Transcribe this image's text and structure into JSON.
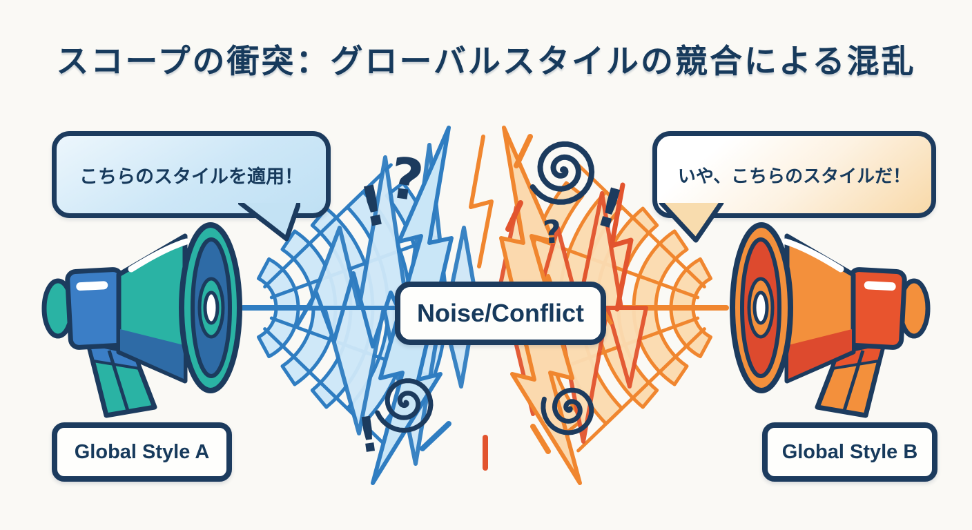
{
  "title": {
    "text": "スコープの衝突：グローバルスタイルの競合による混乱"
  },
  "bubbles": {
    "left": "こちらのスタイルを適用！",
    "right": "いや、こちらのスタイルだ！"
  },
  "badges": {
    "noise": "Noise/Conflict",
    "style_a": "Global Style A",
    "style_b": "Global Style B"
  },
  "glyphs": {
    "exclamation": "!",
    "question": "?"
  },
  "icons": {
    "left_speaker": "megaphone-icon",
    "right_speaker": "megaphone-icon",
    "left_emission": "sound-wave-icon",
    "right_emission": "sound-wave-icon",
    "clash_effects": [
      "lightning-bolt-icon",
      "spiral-icon",
      "exclamation-icon",
      "question-icon"
    ]
  },
  "colors": {
    "background": "#faf9f5",
    "navy": "#1c3b5e",
    "blue": "#2f7dc1",
    "light_blue": "#cfe8f8",
    "teal": "#2ab3a4",
    "deep_blue": "#2e6ba6",
    "orange": "#f0862f",
    "light_orange": "#fbdcb2",
    "red_orange": "#e2542e"
  }
}
